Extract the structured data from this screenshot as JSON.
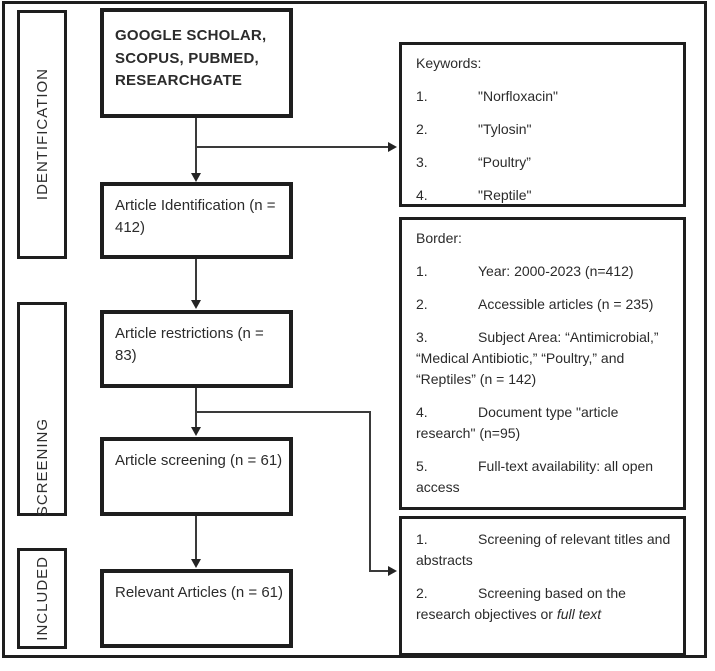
{
  "colors": {
    "background": "#ffffff",
    "box_border": "#1e1e1e",
    "text": "#2b2b2b",
    "connector": "#3a3a3a"
  },
  "stages": [
    {
      "label": "IDENTIFICATION"
    },
    {
      "label": "SCREENING"
    },
    {
      "label": "INCLUDED"
    }
  ],
  "flow_boxes": [
    {
      "text": "GOOGLE SCHOLAR, SCOPUS, PUBMED, RESEARCHGATE"
    },
    {
      "text": "Article Identification (n = 412)"
    },
    {
      "text": "Article restrictions (n = 83)"
    },
    {
      "text": "Article screening (n = 61)"
    },
    {
      "text": "Relevant Articles (n = 61)"
    }
  ],
  "keywords_box": {
    "title": "Keywords:",
    "items": [
      {
        "num": "1.",
        "text": "\"Norfloxacin\""
      },
      {
        "num": "2.",
        "text": "\"Tylosin\""
      },
      {
        "num": "3.",
        "text": "“Poultry”"
      },
      {
        "num": "4.",
        "text": "\"Reptile\""
      }
    ]
  },
  "border_box": {
    "title": "Border:",
    "items": [
      {
        "num": "1.",
        "text": "Year: 2000-2023 (n=412)"
      },
      {
        "num": "2.",
        "text": "Accessible articles (n = 235)"
      },
      {
        "num": "3.",
        "text": "Subject Area: “Antimicrobial,” “Medical Antibiotic,” “Poultry,” and “Reptiles” (n = 142)"
      },
      {
        "num": "4.",
        "text": "Document type \"article research\" (n=95)"
      },
      {
        "num": "5.",
        "text": "Full-text availability: all open access"
      }
    ]
  },
  "screening_box": {
    "items": [
      {
        "num": "1.",
        "text": "Screening of relevant titles and abstracts",
        "italic": ""
      },
      {
        "num": "2.",
        "text": "Screening based on the research objectives or ",
        "italic": "full text"
      }
    ]
  }
}
